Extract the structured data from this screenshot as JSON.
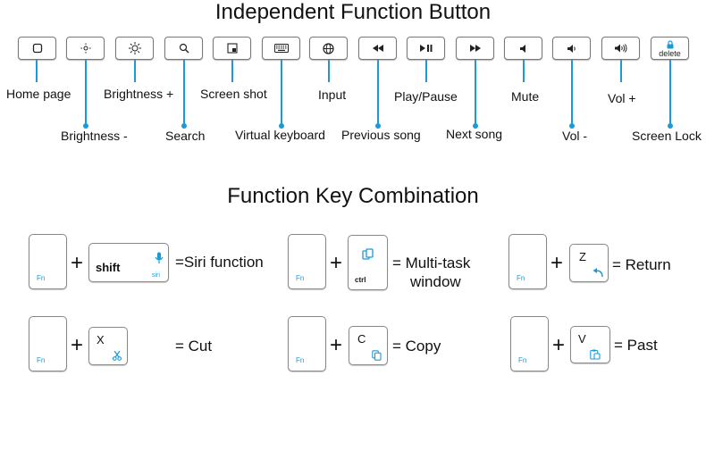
{
  "titles": {
    "independent": "Independent Function Button",
    "combination": "Function Key Combination"
  },
  "buttons": [
    {
      "icon": "home-square-icon",
      "label": "Home page"
    },
    {
      "icon": "brightness-down-icon",
      "label": "Brightness -"
    },
    {
      "icon": "brightness-up-icon",
      "label": "Brightness +"
    },
    {
      "icon": "search-icon",
      "label": "Search"
    },
    {
      "icon": "screenshot-icon",
      "label": "Screen shot"
    },
    {
      "icon": "keyboard-icon",
      "label": "Virtual keyboard"
    },
    {
      "icon": "globe-icon",
      "label": "Input"
    },
    {
      "icon": "rewind-icon",
      "label": "Previous song"
    },
    {
      "icon": "play-pause-icon",
      "label": "Play/Pause"
    },
    {
      "icon": "fast-forward-icon",
      "label": "Next song"
    },
    {
      "icon": "mute-icon",
      "label": "Mute"
    },
    {
      "icon": "volume-down-icon",
      "label": "Vol -"
    },
    {
      "icon": "volume-up-icon",
      "label": "Vol +"
    },
    {
      "icon": "lock-icon",
      "label": "Screen Lock",
      "key_text": "delete"
    }
  ],
  "combos": {
    "fn": "Fn",
    "plus": "+",
    "siri": {
      "key": "shift",
      "sub": "siri",
      "result": "=Siri function"
    },
    "multitask": {
      "key": "ctrl",
      "result_line1": "= Multi-task",
      "result_line2": "window"
    },
    "return": {
      "key": "Z",
      "result": "= Return"
    },
    "cut": {
      "key": "X",
      "result": "=  Cut"
    },
    "copy": {
      "key": "C",
      "result": "= Copy"
    },
    "paste": {
      "key": "V",
      "result": "=  Past"
    }
  },
  "colors": {
    "accent": "#1a9bd7",
    "text": "#111111",
    "key_border": "#888888"
  }
}
